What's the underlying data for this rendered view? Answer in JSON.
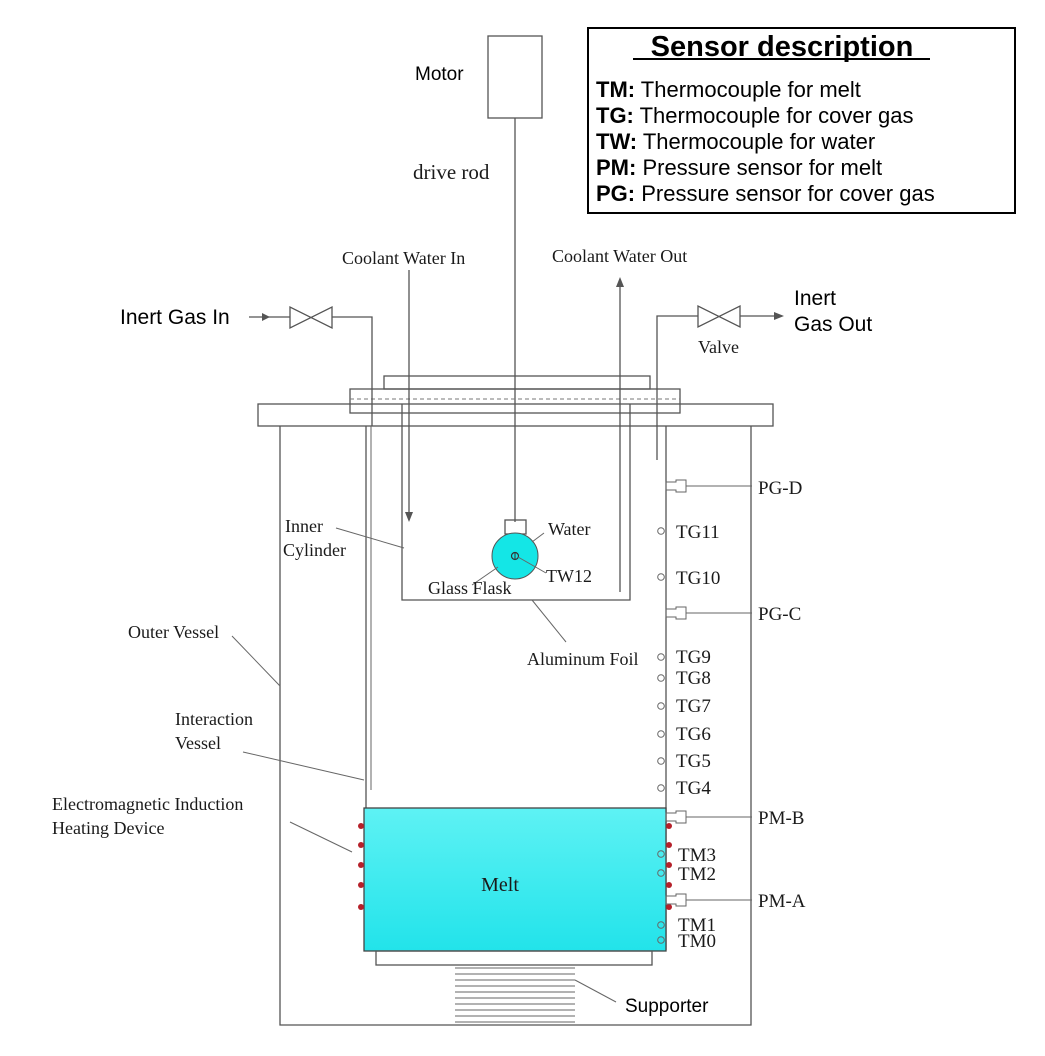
{
  "legend": {
    "title": "Sensor description",
    "items": [
      {
        "code": "TM:",
        "text": " Thermocouple for melt"
      },
      {
        "code": "TG:",
        "text": " Thermocouple for cover gas"
      },
      {
        "code": "TW:",
        "text": " Thermocouple for water"
      },
      {
        "code": "PM:",
        "text": " Pressure sensor for melt"
      },
      {
        "code": "PG:",
        "text": " Pressure sensor for cover gas"
      }
    ]
  },
  "labels": {
    "motor": "Motor",
    "drive_rod": "drive rod",
    "coolant_in": "Coolant Water In",
    "coolant_out": "Coolant Water Out",
    "inert_gas_in": "Inert Gas In",
    "inert_gas_out_1": "Inert",
    "inert_gas_out_2": "Gas Out",
    "valve": "Valve",
    "inner_cylinder_1": "Inner",
    "inner_cylinder_2": "Cylinder",
    "water": "Water",
    "glass_flask": "Glass Flask",
    "tw12": "TW12",
    "aluminum_foil": "Aluminum Foil",
    "outer_vessel": "Outer Vessel",
    "interaction_vessel_1": "Interaction",
    "interaction_vessel_2": "Vessel",
    "em_heating_1": "Electromagnetic Induction",
    "em_heating_2": "Heating Device",
    "melt": "Melt",
    "supporter": "Supporter"
  },
  "sensors": {
    "tg": [
      "TG11",
      "TG10",
      "TG9",
      "TG8",
      "TG7",
      "TG6",
      "TG5",
      "TG4"
    ],
    "pg": [
      "PG-D",
      "PG-C"
    ],
    "pm": [
      "PM-B",
      "PM-A"
    ],
    "tm": [
      "TM3",
      "TM2",
      "TM1",
      "TM0"
    ]
  },
  "colors": {
    "melt_top": "#5ef2f4",
    "melt_bottom": "#22e3ea",
    "flask": "#14e6e6",
    "heater_dot": "#b5212a"
  }
}
